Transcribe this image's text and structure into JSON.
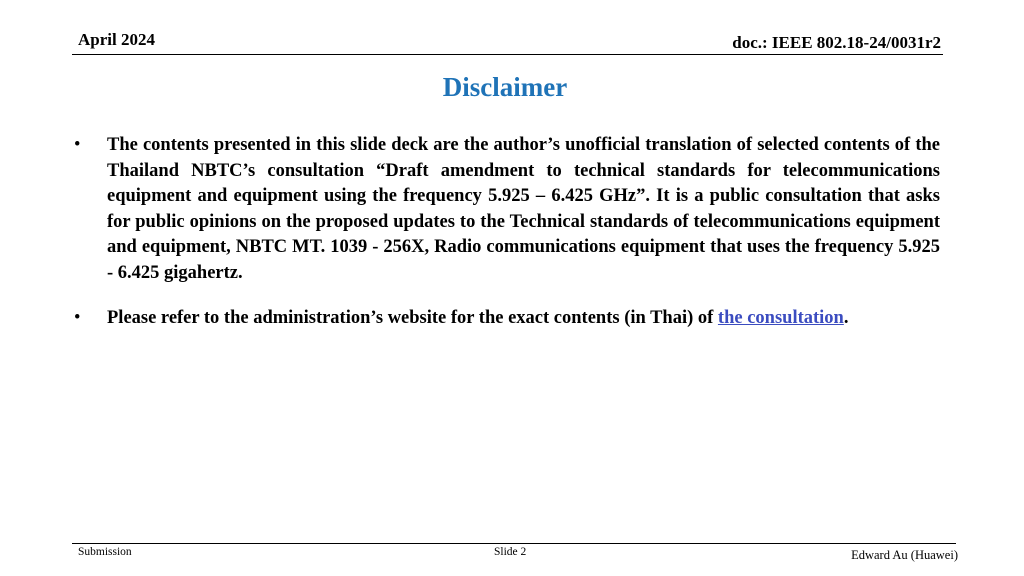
{
  "header": {
    "date": "April 2024",
    "doc_id": "doc.: IEEE 802.18-24/0031r2"
  },
  "title": "Disclaimer",
  "bullets": [
    {
      "text": "The contents presented in this slide deck are the author’s unofficial translation of selected contents of the Thailand NBTC’s consultation “Draft amendment to technical standards for telecommunications equipment and equipment using the frequency 5.925 – 6.425 GHz”.  It is a public consultation that asks for public opinions on the proposed updates to the Technical standards of telecommunications equipment and equipment, NBTC MT. 1039 - 256X, Radio communications equipment that uses the frequency 5.925 - 6.425 gigahertz."
    },
    {
      "text_before": "Please refer to the administration’s website for the exact contents (in Thai) of ",
      "link_text": "the consultation",
      "text_after": "."
    }
  ],
  "footer": {
    "left": "Submission",
    "center": "Slide 2",
    "right": "Edward Au (Huawei)"
  },
  "colors": {
    "title": "#1F73B7",
    "link": "#3B4CC0",
    "text": "#000000"
  }
}
